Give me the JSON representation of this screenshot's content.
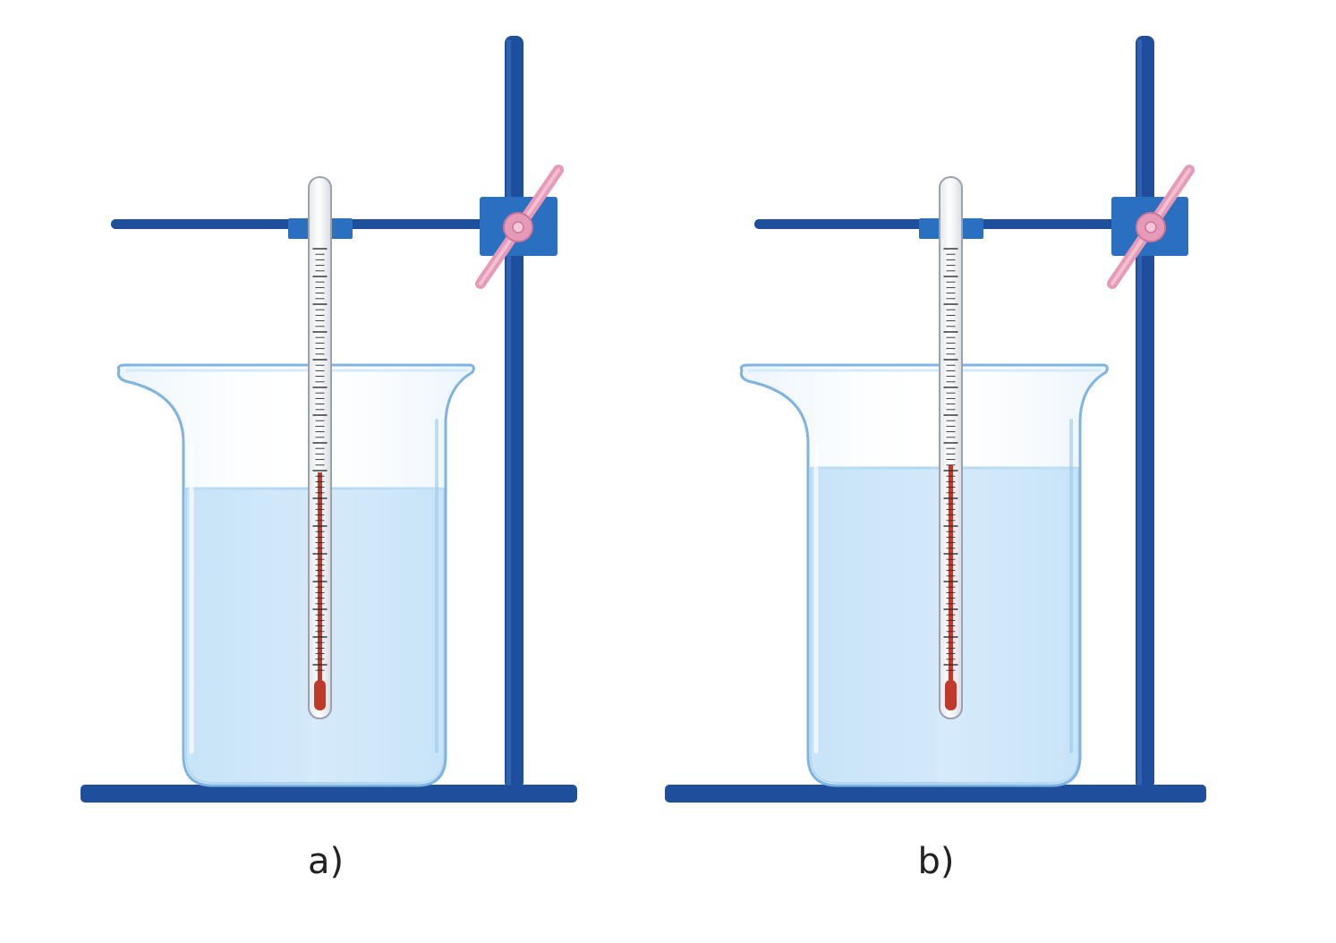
{
  "colors": {
    "stand": "#1f4f9c",
    "stand_dark": "#163e80",
    "clamp_block": "#2a6fc0",
    "clamp_knob": "#e79ab7",
    "liquid": "#c8e4f8",
    "liquid_edge": "#9ccbee",
    "glass": "#e9f4fc",
    "glass_edge": "#6aa7dc",
    "mercury": "#c0392b",
    "tube": "#f7f7f9"
  },
  "panels": [
    {
      "id": "a",
      "label": "a)",
      "liquid_level": "lower",
      "thermometer_reading": "lower"
    },
    {
      "id": "b",
      "label": "b)",
      "liquid_level": "higher",
      "thermometer_reading": "higher"
    }
  ]
}
